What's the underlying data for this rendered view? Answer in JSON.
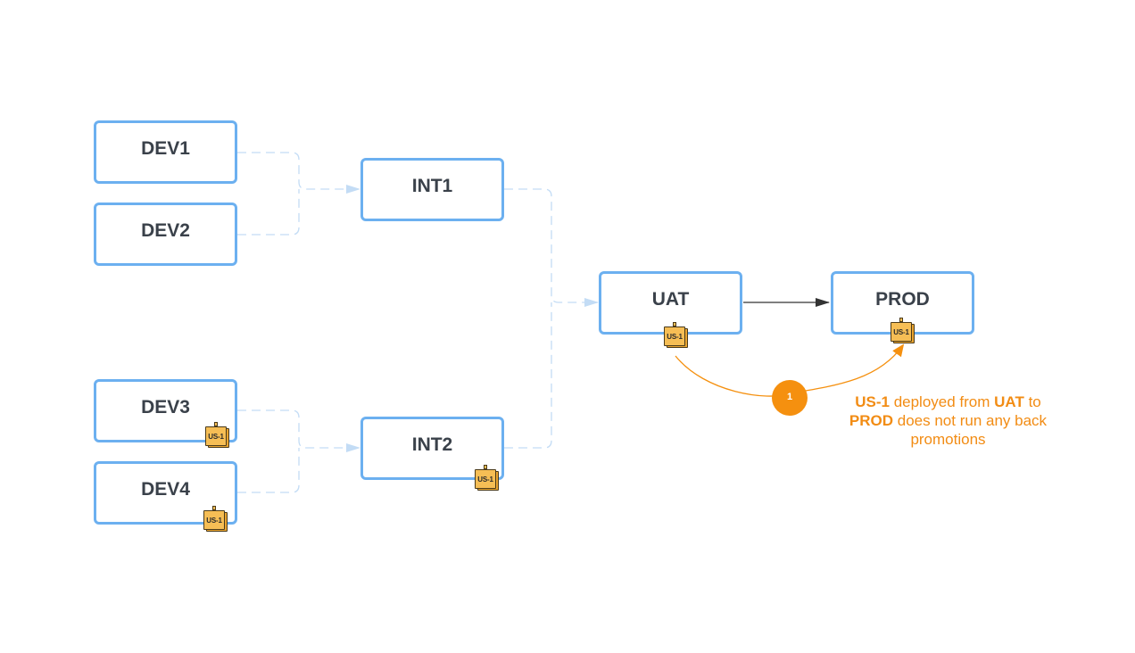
{
  "colors": {
    "node_border": "#6cb0f0",
    "node_text": "#3a414a",
    "dashed_connector": "#c3dcf5",
    "solid_connector": "#333333",
    "annotation": "#f5900f",
    "sticky_note": "#f6be55"
  },
  "nodes": {
    "dev1": {
      "label": "DEV1"
    },
    "dev2": {
      "label": "DEV2"
    },
    "dev3": {
      "label": "DEV3"
    },
    "dev4": {
      "label": "DEV4"
    },
    "int1": {
      "label": "INT1"
    },
    "int2": {
      "label": "INT2"
    },
    "uat": {
      "label": "UAT"
    },
    "prod": {
      "label": "PROD"
    }
  },
  "sticky_notes": {
    "dev3": "US-1",
    "dev4": "US-1",
    "int2": "US-1",
    "uat": "US-1",
    "prod": "US-1"
  },
  "annotation": {
    "step_number": "1",
    "story": "US-1",
    "text_1": " deployed from ",
    "source_env": "UAT",
    "text_2": " to ",
    "target_env": "PROD",
    "text_3": " does not run any back promotions"
  }
}
